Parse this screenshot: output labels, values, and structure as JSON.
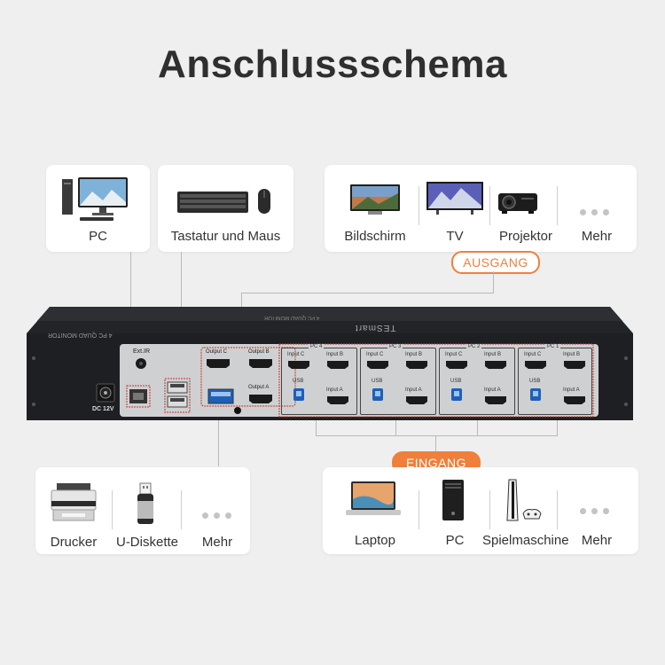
{
  "title": "Anschlussschema",
  "top": {
    "pc": "PC",
    "keyboard_mouse": "Tastatur und Maus",
    "outputs": [
      "Bildschirm",
      "TV",
      "Projektor",
      "Mehr"
    ],
    "output_badge": "AUSGANG"
  },
  "device": {
    "brand": "TESmart",
    "model_text": "4 PC QUAD MONITOR",
    "ext_ir": "Ext.IR",
    "dc": "DC 12V",
    "out_c": "Output C",
    "out_b": "Output B",
    "out_a": "Output A",
    "pc_groups": [
      {
        "label": "PC 4",
        "in_c": "Input C",
        "in_b": "Input B",
        "usb": "USB",
        "in_a": "Input A"
      },
      {
        "label": "PC 3",
        "in_c": "Input C",
        "in_b": "Input B",
        "usb": "USB",
        "in_a": "Input A"
      },
      {
        "label": "PC 2",
        "in_c": "Input C",
        "in_b": "Input B",
        "usb": "USB",
        "in_a": "Input A"
      },
      {
        "label": "PC 1",
        "in_c": "Input C",
        "in_b": "Input B",
        "usb": "USB",
        "in_a": "Input A"
      }
    ]
  },
  "bottom": {
    "usb_devices": [
      "Drucker",
      "U-Diskette",
      "Mehr"
    ],
    "input_badge": "EINGANG",
    "inputs": [
      "Laptop",
      "PC",
      "Spielmaschine",
      "Mehr"
    ]
  }
}
